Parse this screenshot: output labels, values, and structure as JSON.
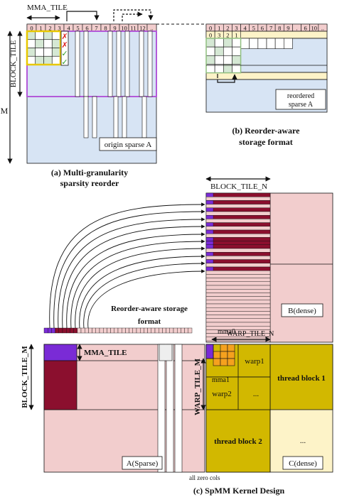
{
  "colors": {
    "light_pink": "#f2cdcd",
    "light_blue": "#d7e4f4",
    "light_green": "#d5e8d4",
    "light_yellow": "#fdf3c8",
    "purple": "#7a2bd6",
    "lavender": "#c79ce6",
    "dark_red": "#8b0f2e",
    "gold": "#d2b800",
    "orange": "#f5a11e",
    "yellow_border": "#e8c800",
    "pale_yellow": "#faefc6"
  },
  "icons": [
    "cross-mark-icon",
    "check-mark-icon"
  ],
  "panel_a": {
    "mma_tile": "MMA_TILE",
    "block_tile": "BLOCK_TILE",
    "m_label": "M",
    "col_index": [
      "0",
      "1",
      "2",
      "3",
      "4",
      "5",
      "6",
      "7",
      "8",
      "9",
      "10",
      "11",
      "12",
      ".."
    ],
    "box_label": "origin sparse A",
    "caption_line1": "(a) Multi-granularity",
    "caption_line2": "sparsity reorder"
  },
  "panel_b": {
    "col_index": [
      "0",
      "1",
      "2",
      "3",
      "4",
      "5",
      "6",
      "7",
      "8",
      "9",
      ".",
      "6",
      "10",
      ".."
    ],
    "sub_index": [
      "0",
      "3",
      "2",
      "1"
    ],
    "box_line1": "reordered",
    "box_line2": "sparse A",
    "caption_line1": "(b) Reorder-aware",
    "caption_line2": "storage format"
  },
  "panel_c": {
    "block_tile_n": "BLOCK_TILE_N",
    "storage_line1": "Reorder-aware storage",
    "storage_line2": "format",
    "b_label": "B(dense)",
    "mma0": "mma0",
    "warp_tile_n": "WARP_TILE_N",
    "mma_tile": "MMA_TILE",
    "block_tile_m": "BLOCK_TILE_M",
    "warp_tile_m": "WARP_TILE_M",
    "mma1": "mma1",
    "warp1": "warp1",
    "warp2": "warp2",
    "dots": "...",
    "thread_block_1": "thread block 1",
    "thread_block_2": "thread block 2",
    "a_label": "A(Sparse)",
    "c_label": "C(dense)",
    "all_zero": "all zero cols",
    "caption": "(c) SpMM Kernel Design"
  }
}
